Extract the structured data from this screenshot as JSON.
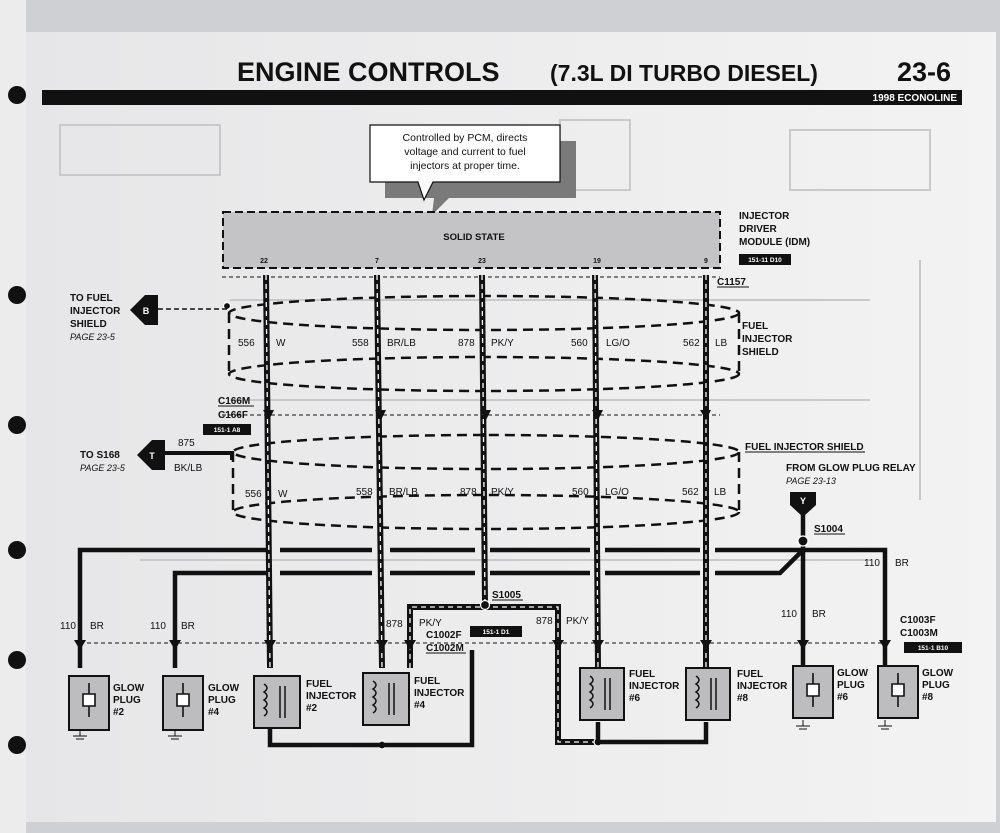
{
  "header": {
    "title": "ENGINE CONTROLS",
    "subtitle": "(7.3L DI TURBO DIESEL)",
    "page_number": "23-6",
    "model": "1998 ECONOLINE"
  },
  "callout": {
    "line1": "Controlled by PCM, directs",
    "line2": "voltage and current to fuel",
    "line3": "injectors at proper time."
  },
  "module": {
    "box_label": "SOLID STATE",
    "name_line1": "INJECTOR",
    "name_line2": "DRIVER",
    "name_line3": "MODULE (IDM)",
    "ref": "151-11 D10",
    "pins": [
      "22",
      "7",
      "23",
      "19",
      "9"
    ]
  },
  "connectors": {
    "c1157": "C1157",
    "c166m": "C166M",
    "c166f": "C166F",
    "c166_ref": "151-1 A8",
    "s1005": "S1005",
    "s1005_ref": "151-1 D1",
    "c1002f": "C1002F",
    "c1002m": "C1002M",
    "s1004": "S1004",
    "c1003f": "C1003F",
    "c1003m": "C1003M",
    "c1003_ref": "151-1 B10"
  },
  "shields": {
    "upper_line1": "FUEL",
    "upper_line2": "INJECTOR",
    "upper_line3": "SHIELD",
    "lower": "FUEL INJECTOR SHIELD"
  },
  "offpage": {
    "b_letter": "B",
    "b_line1": "TO FUEL",
    "b_line2": "INJECTOR",
    "b_line3": "SHIELD",
    "b_page": "PAGE 23-5",
    "t_letter": "T",
    "t_line1": "TO S168",
    "t_page": "PAGE 23-5",
    "t_circuit": "875",
    "t_color": "BK/LB",
    "y_letter": "Y",
    "y_line1": "FROM GLOW PLUG RELAY",
    "y_page": "PAGE 23-13"
  },
  "wires": {
    "w556": "556",
    "c556": "W",
    "w558": "558",
    "c558": "BR/LB",
    "w878": "878",
    "c878": "PK/Y",
    "w560": "560",
    "c560": "LG/O",
    "w562": "562",
    "c562": "LB",
    "w110": "110",
    "c110": "BR"
  },
  "components": {
    "glow_plug": "GLOW",
    "glow_plug2": "PLUG",
    "fuel_injector": "FUEL",
    "fuel_injector2": "INJECTOR",
    "n2": "#2",
    "n4": "#4",
    "n6": "#6",
    "n8": "#8"
  }
}
